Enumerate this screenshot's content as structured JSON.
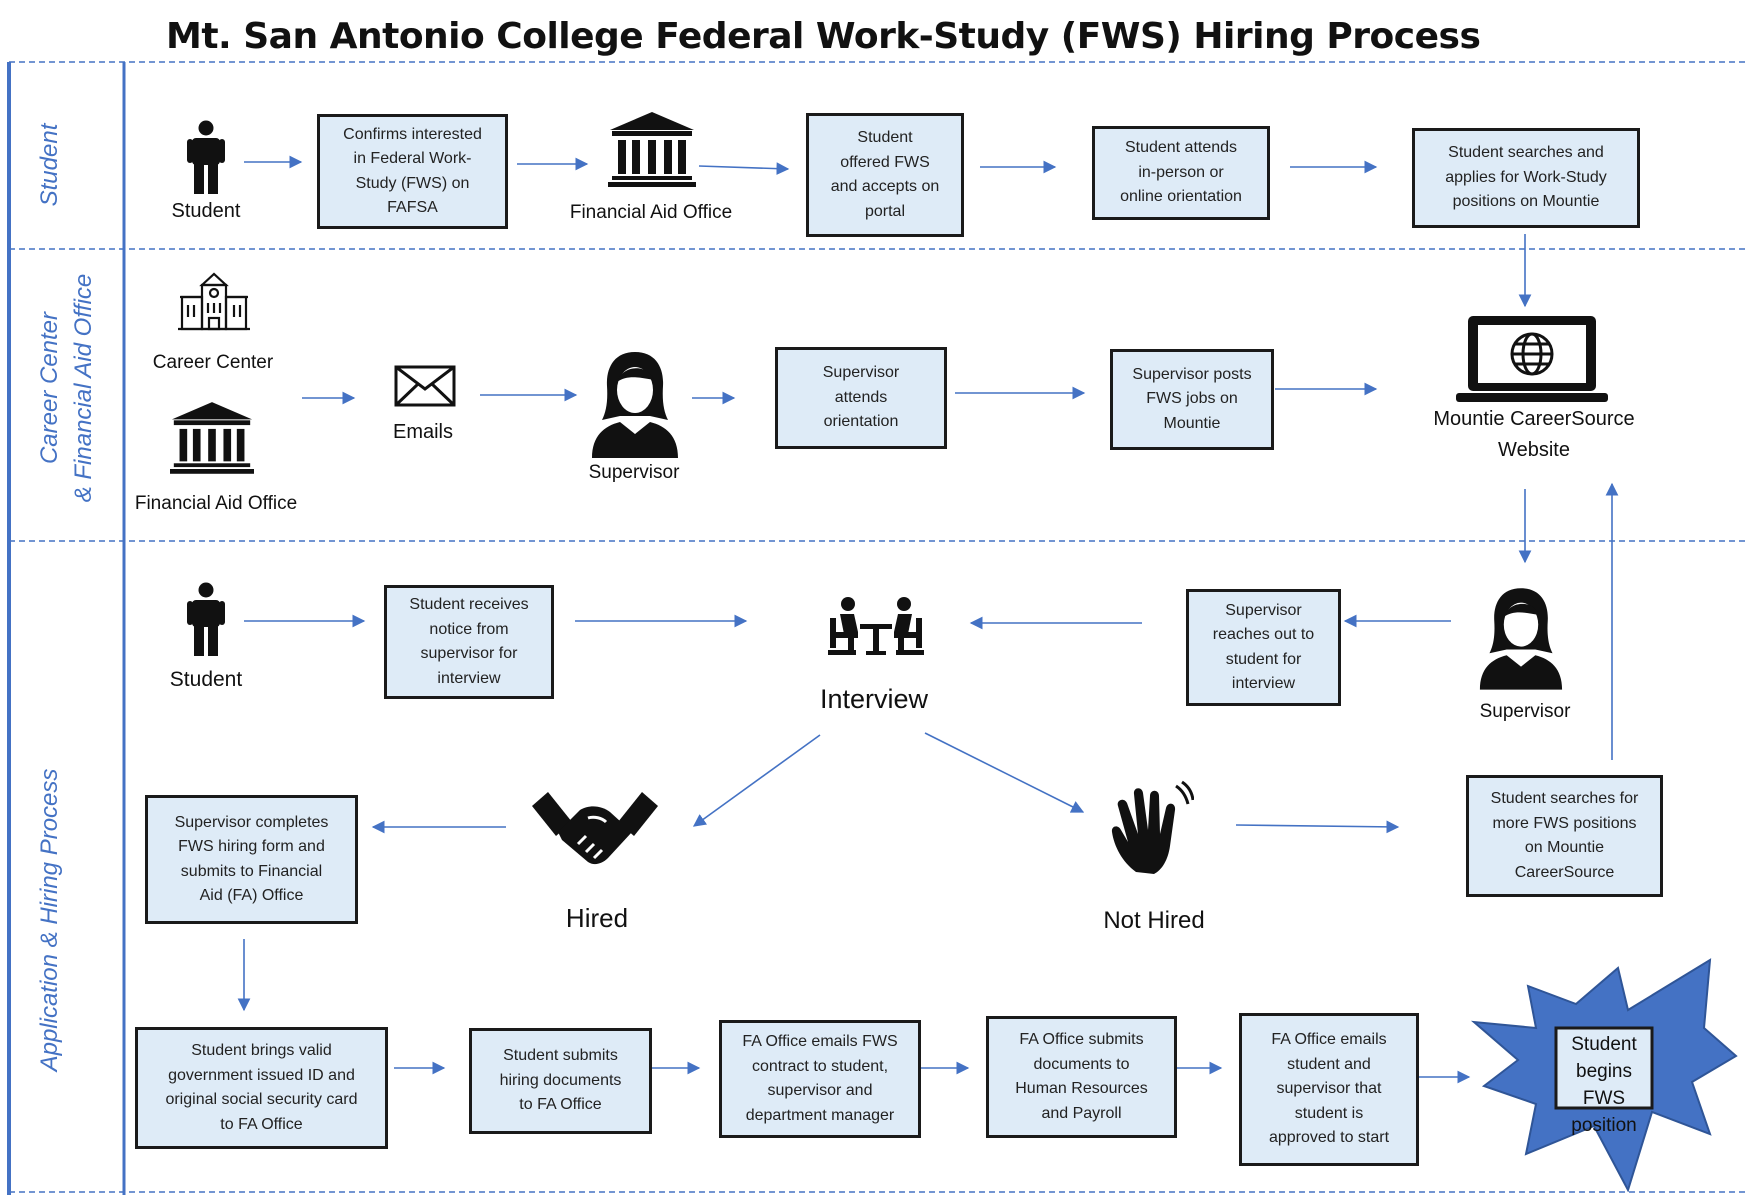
{
  "title": "Mt. San Antonio College Federal Work-Study (FWS) Hiring Process",
  "lanes": {
    "student": "Student",
    "career_fa_line1": "Career Center",
    "career_fa_line2": "& Financial Aid Office",
    "application": "Application & Hiring Process"
  },
  "icons": {
    "student": "person-icon",
    "financial_aid": "bank-building-icon",
    "career_center": "school-building-icon",
    "emails": "envelope-icon",
    "supervisor": "woman-avatar-icon",
    "website": "laptop-globe-icon",
    "interview": "interview-meeting-icon",
    "hired": "handshake-icon",
    "not_hired": "waving-hand-icon"
  },
  "labels": {
    "student_top": "Student",
    "financial_aid_top": "Financial Aid Office",
    "career_center": "Career Center",
    "financial_aid_mid": "Financial Aid Office",
    "emails": "Emails",
    "supervisor_mid": "Supervisor",
    "website_line1": "Mountie CareerSource",
    "website_line2": "Website",
    "student_low": "Student",
    "interview": "Interview",
    "supervisor_low": "Supervisor",
    "hired": "Hired",
    "not_hired": "Not Hired"
  },
  "boxes": {
    "confirm_fafsa": [
      "Confirms interested",
      "in Federal Work-",
      "Study (FWS) on",
      "FAFSA"
    ],
    "offered_fws": [
      "Student",
      "offered FWS",
      "and accepts on",
      "portal"
    ],
    "orientation": [
      "Student attends",
      "in-person or",
      "online orientation"
    ],
    "search_apply": [
      "Student searches and",
      "applies for Work-Study",
      "positions on Mountie"
    ],
    "sup_orientation": [
      "Supervisor",
      "attends",
      "orientation"
    ],
    "sup_posts": [
      "Supervisor posts",
      "FWS jobs on",
      "Mountie"
    ],
    "receives_notice": [
      "Student receives",
      "notice from",
      "supervisor for",
      "interview"
    ],
    "sup_reaches": [
      "Supervisor",
      "reaches out to",
      "student for",
      "interview"
    ],
    "hiring_form": [
      "Supervisor completes",
      "FWS hiring form and",
      "submits to Financial",
      "Aid (FA) Office"
    ],
    "search_more": [
      "Student searches for",
      "more FWS positions",
      "on Mountie",
      "CareerSource"
    ],
    "brings_id": [
      "Student brings valid",
      "government issued ID and",
      "original social security card",
      "to FA Office"
    ],
    "submits_docs": [
      "Student submits",
      "hiring documents",
      "to FA Office"
    ],
    "emails_contract": [
      "FA Office emails FWS",
      "contract to student,",
      "supervisor and",
      "department manager"
    ],
    "submits_hr": [
      "FA Office submits",
      "documents to",
      "Human Resources",
      "and Payroll"
    ],
    "approved": [
      "FA Office emails",
      "student and",
      "supervisor that",
      "student is",
      "approved to start"
    ],
    "begins": [
      "Student",
      "begins FWS",
      "position"
    ]
  },
  "colors": {
    "accent": "#4472c4",
    "box_fill": "#deebf7",
    "box_border": "#1a1a1a",
    "burst": "#4472c4"
  }
}
